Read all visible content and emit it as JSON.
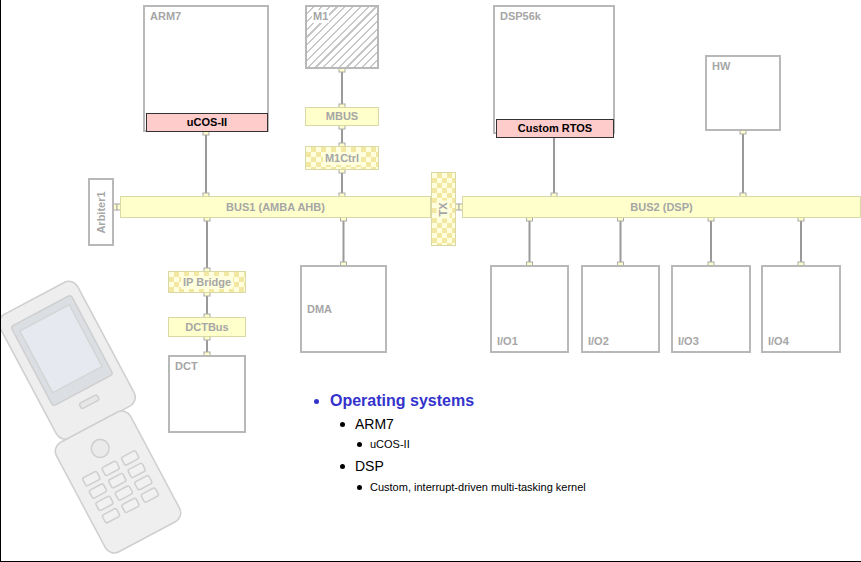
{
  "diagram": {
    "nodes": [
      {
        "text": [
          "ARM7"
        ]
      },
      {
        "text": [
          "uCOS-II"
        ],
        "in": 0
      },
      {
        "text": [
          "M1"
        ]
      },
      {
        "text": [
          "MBUS"
        ]
      },
      {
        "text": [
          "M1Ctrl"
        ]
      },
      {
        "text": [
          "DSP56k"
        ]
      },
      {
        "text": [
          "Custom RTOS"
        ],
        "in": 5
      },
      {
        "text": [
          "HW"
        ]
      },
      {
        "text": [
          "Arbiter1"
        ]
      },
      {
        "text": [
          "BUS1 (AMBA AHB)"
        ]
      },
      {
        "text": [
          "TX"
        ]
      },
      {
        "text": [
          "BUS2 (DSP)"
        ]
      },
      {
        "text": [
          "IP Bridge"
        ]
      },
      {
        "text": [
          "DMA"
        ]
      },
      {
        "text": [
          "DCTBus"
        ]
      },
      {
        "text": [
          "DCT"
        ]
      },
      {
        "text": [
          "I/O1"
        ]
      },
      {
        "text": [
          "I/O2"
        ]
      },
      {
        "text": [
          "I/O3"
        ]
      },
      {
        "text": [
          "I/O4"
        ]
      }
    ],
    "edges": [
      {
        "from": 0,
        "to": 9,
        "arrow": "none"
      },
      {
        "from": 2,
        "to": 3,
        "arrow": "none"
      },
      {
        "from": 3,
        "to": 4,
        "arrow": "none"
      },
      {
        "from": 4,
        "to": 9,
        "arrow": "none"
      },
      {
        "from": 5,
        "to": 11,
        "arrow": "none"
      },
      {
        "from": 7,
        "to": 11,
        "arrow": "none"
      },
      {
        "from": 8,
        "to": 9,
        "arrow": "none"
      },
      {
        "from": 9,
        "to": 10,
        "arrow": "none"
      },
      {
        "from": 10,
        "to": 11,
        "arrow": "none"
      },
      {
        "from": 9,
        "to": 12,
        "arrow": "none"
      },
      {
        "from": 12,
        "to": 14,
        "arrow": "none"
      },
      {
        "from": 14,
        "to": 15,
        "arrow": "none"
      },
      {
        "from": 9,
        "to": 13,
        "arrow": "none"
      },
      {
        "from": 11,
        "to": 16,
        "arrow": "none"
      },
      {
        "from": 11,
        "to": 17,
        "arrow": "none"
      },
      {
        "from": 11,
        "to": 18,
        "arrow": "none"
      },
      {
        "from": 11,
        "to": 19,
        "arrow": "none"
      }
    ],
    "labels": [
      "Operating systems",
      "ARM7",
      "uCOS-II",
      "DSP",
      "Custom, interrupt-driven multi-tasking kernel"
    ]
  }
}
